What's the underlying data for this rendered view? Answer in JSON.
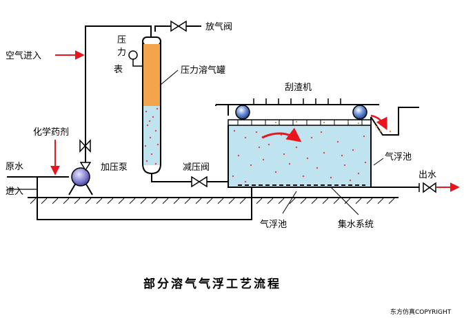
{
  "labels": {
    "vent_valve": "放气阀",
    "gauge_line1": "压",
    "gauge_line2": "力",
    "gauge_line3": "表",
    "air_inlet": "空气进入",
    "pressure_tank": "压力溶气罐",
    "skimmer": "刮渣机",
    "chemical": "化学药剂",
    "raw_water_line1": "原水",
    "raw_water_line2": "进入",
    "pump": "加压泵",
    "reducing_valve": "减压阀",
    "tank_right": "气浮池",
    "outlet": "出水",
    "tank_bottom": "气浮池",
    "collector": "集水系统"
  },
  "title": "部分溶气气浮工艺流程",
  "copyright": "东方仿真COPYRIGHT",
  "colors": {
    "arrow": "#e8141e",
    "tank_fill": "#f2a54a",
    "water": "#bfe3ef",
    "bubbles": "#e8444c",
    "pump": "#8b88d6",
    "scraper_ball": "#5a7fcf"
  }
}
